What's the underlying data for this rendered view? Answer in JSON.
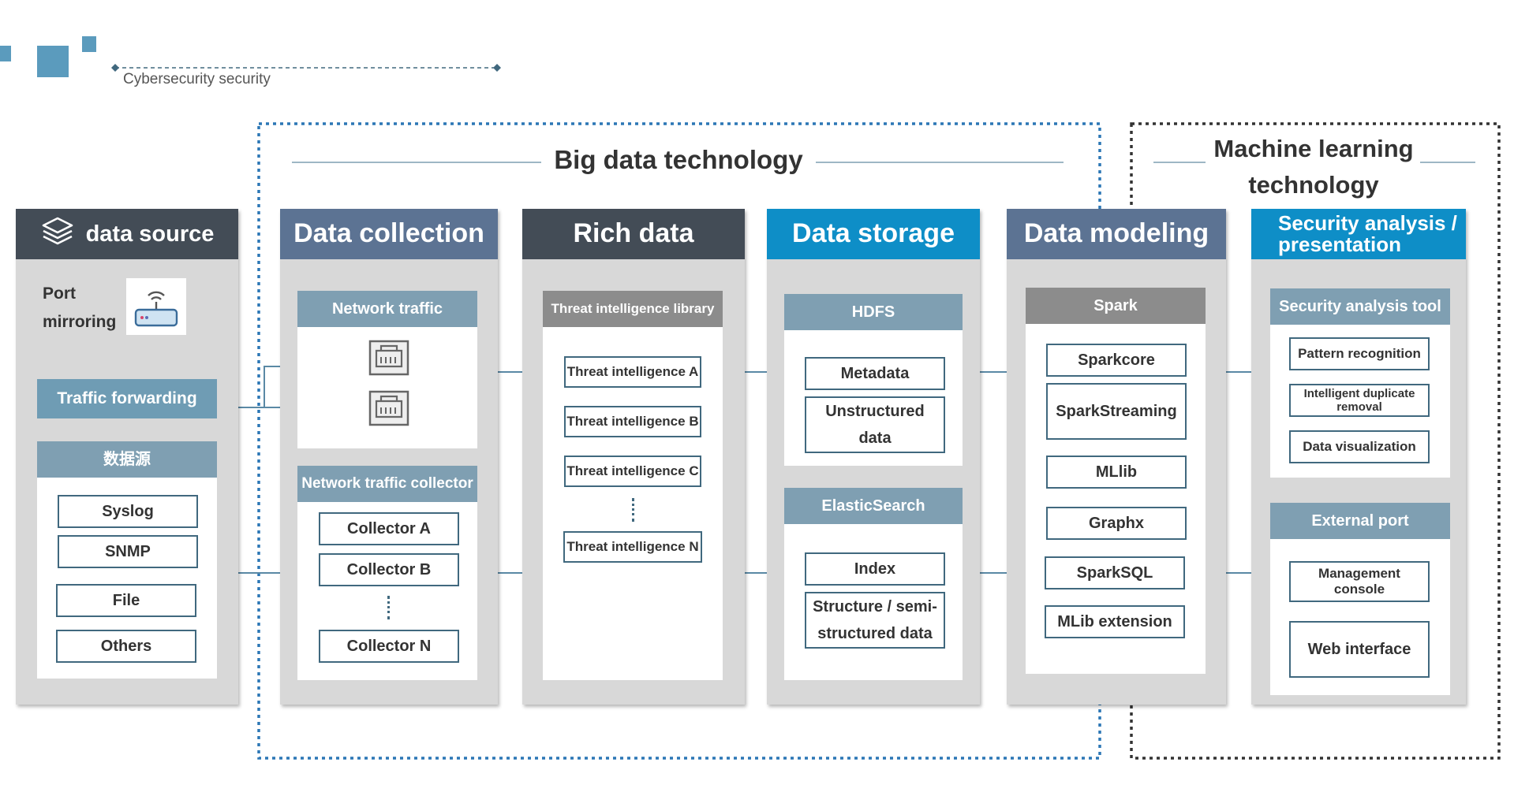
{
  "header": {
    "subtitle": "Cybersecurity security"
  },
  "groups": {
    "big_data": "Big data technology",
    "ml": "Machine learning technology"
  },
  "colors": {
    "dark": "#434c56",
    "slate": "#5c7393",
    "blue": "#0e8ec7",
    "panel_blue": "#7f9fb2",
    "panel_grey": "#8c8c8c",
    "arrow": "#5a89a5",
    "box_border": "#40687e"
  },
  "data_source": {
    "title": "data source",
    "port_mirroring": "Port mirroring",
    "traffic_forwarding": "Traffic forwarding",
    "source_panel": "数据源",
    "items": [
      "Syslog",
      "SNMP",
      "File",
      "Others"
    ]
  },
  "collection": {
    "title": "Data collection",
    "network_traffic": "Network traffic",
    "collector_panel": "Network traffic collector",
    "collectors": [
      "Collector A",
      "Collector B",
      "Collector N"
    ]
  },
  "rich": {
    "title": "Rich data",
    "library": "Threat intelligence library",
    "items": [
      "Threat intelligence A",
      "Threat intelligence B",
      "Threat intelligence C",
      "Threat intelligence N"
    ]
  },
  "storage": {
    "title": "Data storage",
    "hdfs": "HDFS",
    "hdfs_items": [
      "Metadata",
      "Unstructured data"
    ],
    "es": "ElasticSearch",
    "es_items": [
      "Index",
      "Structure / semi-structured data"
    ]
  },
  "modeling": {
    "title": "Data modeling",
    "spark": "Spark",
    "items": [
      "Sparkcore",
      "SparkStreaming",
      "MLlib",
      "Graphx",
      "SparkSQL",
      "MLib extension"
    ]
  },
  "analysis": {
    "title": "Security analysis / presentation",
    "tool": "Security analysis tool",
    "tool_items": [
      "Pattern recognition",
      "Intelligent duplicate removal",
      "Data visualization"
    ],
    "port": "External port",
    "port_items": [
      "Management console",
      "Web interface"
    ]
  }
}
